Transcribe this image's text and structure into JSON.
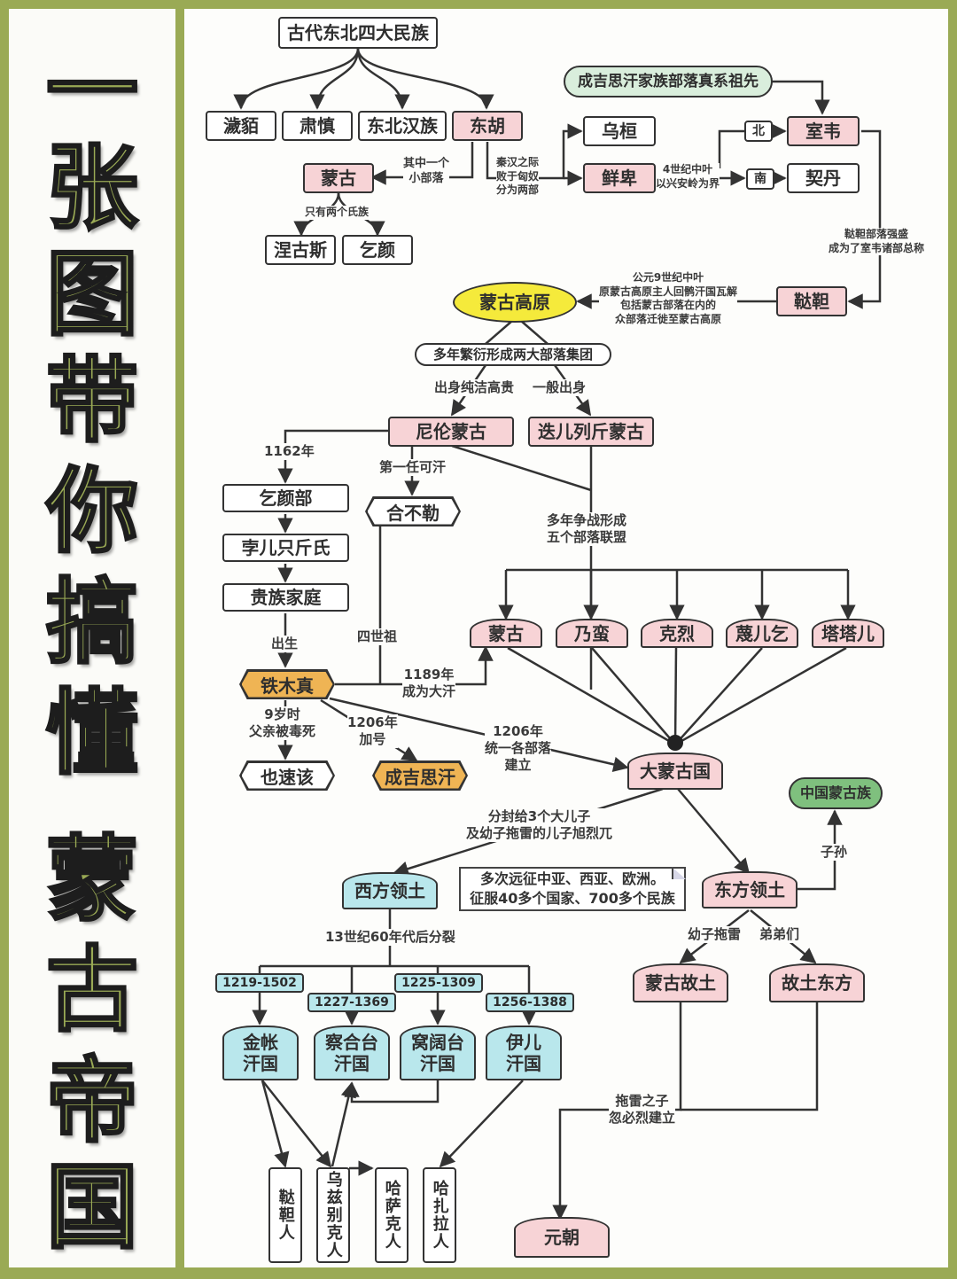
{
  "title": {
    "chars_top": [
      "一",
      "张",
      "图",
      "带",
      "你",
      "搞",
      "懂"
    ],
    "chars_bottom": [
      "蒙",
      "古",
      "帝",
      "国"
    ]
  },
  "colors": {
    "frame_green": "#9aaa55",
    "pink_node": "#f7d3d6",
    "cyan_node": "#b9e7ec",
    "orange_node": "#efb454",
    "yellow_node": "#f5ea3b",
    "green_node": "#7fc07e",
    "light_green_node": "#d9eedc"
  },
  "nodes": {
    "root": "古代东北四大民族",
    "huimo": "濊貊",
    "sushen": "肃慎",
    "dongbei_han": "东北汉族",
    "donghu": "东胡",
    "menggu_small": "蒙古",
    "nieguse": "涅古斯",
    "qiyan": "乞颜",
    "ancestor": "成吉思汗家族部落真系祖先",
    "wuhuan": "乌桓",
    "xianbei": "鲜卑",
    "bei": "北",
    "nan": "南",
    "shiwei": "室韦",
    "qidan": "契丹",
    "dada": "鞑靼",
    "plateau": "蒙古高原",
    "two_groups": "多年繁衍形成两大部落集团",
    "niru": "尼伦蒙古",
    "dierliejin": "迭儿列斤蒙古",
    "qiyanbu": "乞颜部",
    "borjigin": "孛儿只斤氏",
    "noble_family": "贵族家庭",
    "khabul": "合不勒",
    "temujin": "铁木真",
    "yesugei": "也速该",
    "genghis": "成吉思汗",
    "tribes": [
      "蒙古",
      "乃蛮",
      "克烈",
      "蔑儿乞",
      "塔塔儿"
    ],
    "great_mongol": "大蒙古国",
    "chinese_mongol": "中国蒙古族",
    "west_land": "西方领土",
    "east_land": "东方领土",
    "mongol_homeland": "蒙古故土",
    "east_homeland": "故土东方",
    "khanates": [
      {
        "name_line1": "金帐",
        "name_line2": "汗国",
        "years": "1219-1502"
      },
      {
        "name_line1": "察合台",
        "name_line2": "汗国",
        "years": "1227-1369"
      },
      {
        "name_line1": "窝阔台",
        "name_line2": "汗国",
        "years": "1225-1309"
      },
      {
        "name_line1": "伊儿",
        "name_line2": "汗国",
        "years": "1256-1388"
      }
    ],
    "peoples": [
      "鞑靼人",
      "乌兹别克人",
      "哈萨克人",
      "哈扎拉人"
    ],
    "yuan": "元朝"
  },
  "labels": {
    "one_small_tribe": "其中一个\n小部落",
    "qin_han": "秦汉之际\n败于匈奴\n分为两部",
    "only_two_clans": "只有两个氏族",
    "fourth_century": "4世纪中叶\n以兴安岭为界",
    "dada_strong": "鞑靼部落强盛\n成为了室韦诸部总称",
    "ninth_century": "公元9世纪中叶\n原蒙古高原主人回鹘汗国瓦解\n包括蒙古部落在内的\n众部落迁徙至蒙古高原",
    "noble_origin": "出身纯洁高贵",
    "common_origin": "一般出身",
    "year_1162": "1162年",
    "first_khan": "第一任可汗",
    "five_alliances": "多年争战形成\n五个部落联盟",
    "born": "出生",
    "great_great_grandfather": "四世祖",
    "year_1189": "1189年\n成为大汗",
    "age_nine": "9岁时\n父亲被毒死",
    "year_1206_title": "1206年\n加号",
    "year_1206_unify": "1206年\n统一各部落\n建立",
    "enfeoff": "分封给3个大儿子\n及幼子拖雷的儿子旭烈兀",
    "expedition_note": "多次远征中亚、西亚、欧洲。\n征服40多个国家、700多个民族",
    "descendants": "子孙",
    "split_1260s": "13世纪60年代后分裂",
    "youngest_tolui": "幼子拖雷",
    "brothers": "弟弟们",
    "kublai": "拖雷之子\n忽必烈建立"
  }
}
